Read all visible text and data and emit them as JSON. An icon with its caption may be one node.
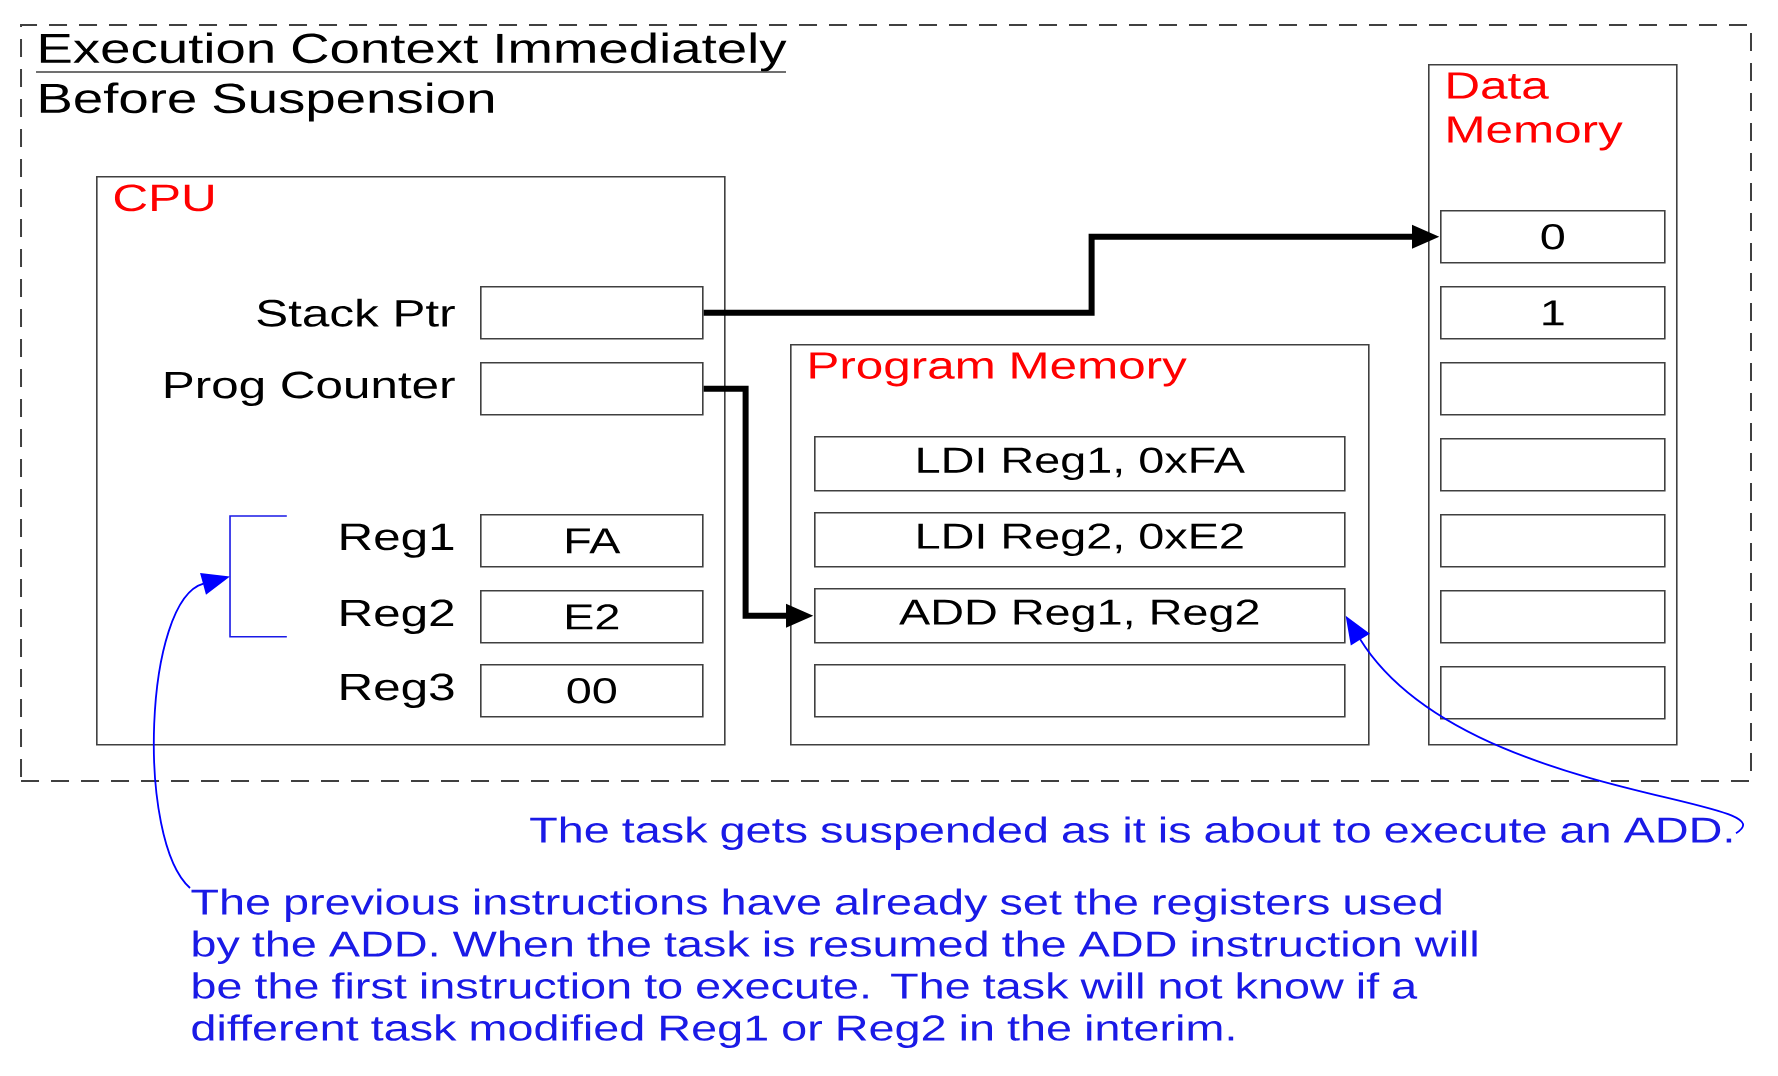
{
  "diagram": {
    "nodes": [
      {
        "text": [
          "Execution Context Immediately Before Suspension"
        ]
      },
      {
        "text": [
          "CPU"
        ],
        "in": 0
      },
      {
        "text": [],
        "shape": "box",
        "beside": [
          "Stack Ptr"
        ],
        "in": 1
      },
      {
        "text": [],
        "shape": "box",
        "beside": [
          "Prog Counter"
        ],
        "in": 1
      },
      {
        "text": [],
        "shape": "bracket",
        "in": 1
      },
      {
        "text": [
          "FA"
        ],
        "beside": [
          "Reg1"
        ],
        "in": 1
      },
      {
        "text": [
          "E2"
        ],
        "beside": [
          "Reg2"
        ],
        "in": 1
      },
      {
        "text": [
          "00"
        ],
        "beside": [
          "Reg3"
        ],
        "in": 1
      },
      {
        "text": [
          "Program Memory"
        ],
        "in": 0
      },
      {
        "text": [
          "LDI Reg1, 0xFA"
        ],
        "in": 8
      },
      {
        "text": [
          "LDI Reg2, 0xE2"
        ],
        "in": 8
      },
      {
        "text": [
          "ADD Reg1, Reg2"
        ],
        "in": 8
      },
      {
        "text": [],
        "shape": "box",
        "in": 8
      },
      {
        "text": [
          "Data Memory"
        ],
        "in": 0
      },
      {
        "text": [
          "0"
        ],
        "in": 13
      },
      {
        "text": [
          "1"
        ],
        "in": 13
      },
      {
        "text": [],
        "shape": "box",
        "in": 13
      },
      {
        "text": [],
        "shape": "box",
        "in": 13
      },
      {
        "text": [],
        "shape": "box",
        "in": 13
      },
      {
        "text": [],
        "shape": "box",
        "in": 13
      },
      {
        "text": [],
        "shape": "box",
        "in": 13
      },
      {
        "text": [
          "The task gets suspended as it is about to execute an ADD."
        ]
      },
      {
        "text": [
          "The previous instructions have already set the registers used by the ADD.  When the task is resumed the ADD instruction will be the first instruction to execute.  The task will not know if a different task modified Reg1 or Reg2 in the interim."
        ]
      }
    ],
    "edges": [
      {
        "from": 2,
        "to": 14,
        "arrow": "to",
        "style": "thick"
      },
      {
        "from": 3,
        "to": 11,
        "arrow": "to",
        "style": "thick"
      },
      {
        "from": 21,
        "to": 11,
        "arrow": "to",
        "color": "#0000ff"
      },
      {
        "from": 22,
        "to": 4,
        "arrow": "to",
        "color": "#0000ff"
      }
    ]
  }
}
